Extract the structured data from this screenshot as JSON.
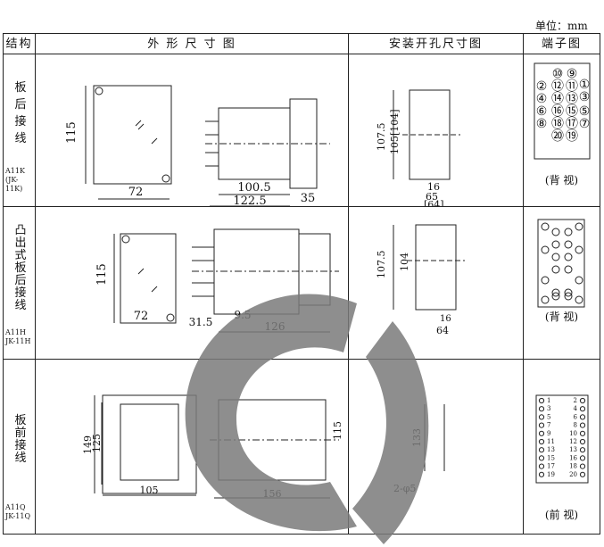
{
  "unit_label": "单位：mm",
  "headers": {
    "col1": "结构",
    "col2": "外 形 尺 寸 图",
    "col3": "安装开孔尺寸图",
    "col4": "端子图"
  },
  "rows": [
    {
      "mount_lines": [
        "板",
        "后",
        "接",
        "线"
      ],
      "model": [
        "A11K",
        "(JK-11K)"
      ],
      "dims": {
        "h": "115",
        "w": "72",
        "d1": "100.5",
        "d2": "122.5",
        "d3": "35",
        "ch1": "107.5",
        "ch2": "105[104]",
        "cw1": "16",
        "cw2": "65",
        "cw3": "[64]"
      },
      "terminals": [
        "⑩",
        "⑨",
        "②",
        "⑫",
        "⑪",
        "①",
        "④",
        "⑭",
        "⑬",
        "③",
        "⑥",
        "⑯",
        "⑮",
        "⑤",
        "⑧",
        "⑱",
        "⑰",
        "⑦",
        "⑳",
        "⑲"
      ],
      "caption": "(背 视)"
    },
    {
      "mount_lines": [
        "凸",
        "出",
        "式",
        "板",
        "后",
        "接",
        "线"
      ],
      "model": [
        "A11H",
        "JK-11H"
      ],
      "dims": {
        "h": "115",
        "w": "72",
        "d1": "9.5",
        "d2": "31.5",
        "d3": "126",
        "ch1": "107.5",
        "ch2": "104",
        "cw1": "16",
        "cw2": "64"
      },
      "caption": "(背 视)"
    },
    {
      "mount_lines": [
        "板",
        "前",
        "接",
        "线"
      ],
      "model": [
        "A11Q",
        "JK-11Q"
      ],
      "dims": {
        "h1": "149",
        "h2": "125",
        "w": "105",
        "d": "156",
        "h3": "115",
        "ch": "133",
        "hole": "2-φ5"
      },
      "term_rows": [
        [
          "1",
          "2"
        ],
        [
          "3",
          "4"
        ],
        [
          "5",
          "6"
        ],
        [
          "7",
          "8"
        ],
        [
          "9",
          "10"
        ],
        [
          "11",
          "12"
        ],
        [
          "13",
          "13"
        ],
        [
          "15",
          "16"
        ],
        [
          "17",
          "18"
        ],
        [
          "19",
          "20"
        ]
      ],
      "caption": "(前 视)"
    }
  ],
  "colors": {
    "watermark": "#7a7a7a",
    "line": "#222222"
  }
}
